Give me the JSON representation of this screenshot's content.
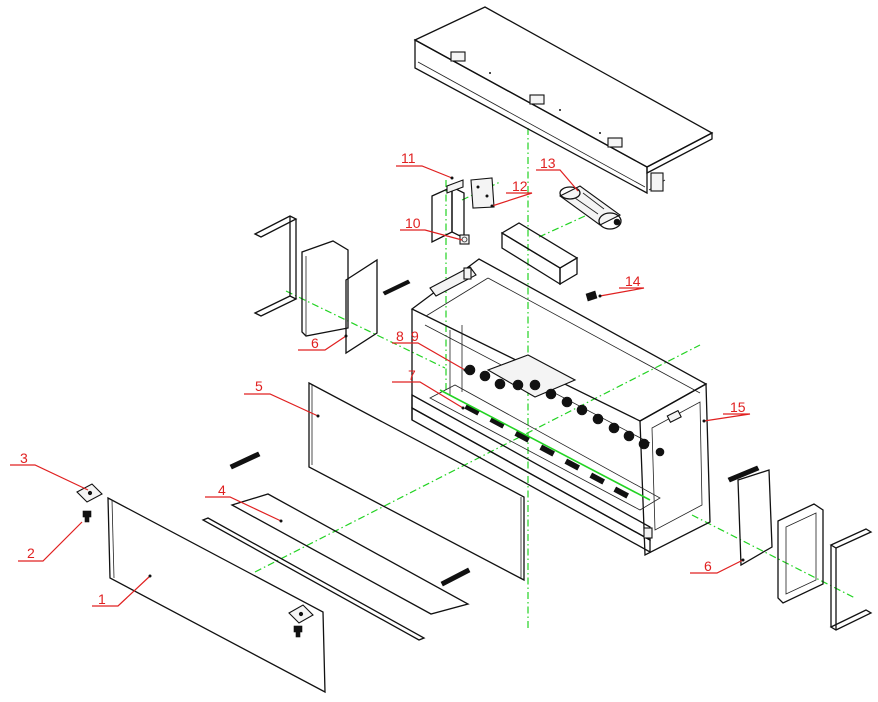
{
  "diagram": {
    "colors": {
      "outline": "#111111",
      "guide_lines": "#22d322",
      "callouts": "#e02020"
    },
    "callouts": [
      "1",
      "2",
      "3",
      "4",
      "5",
      "6",
      "6",
      "7",
      "8",
      "9",
      "10",
      "11",
      "12",
      "13",
      "14",
      "15"
    ]
  }
}
